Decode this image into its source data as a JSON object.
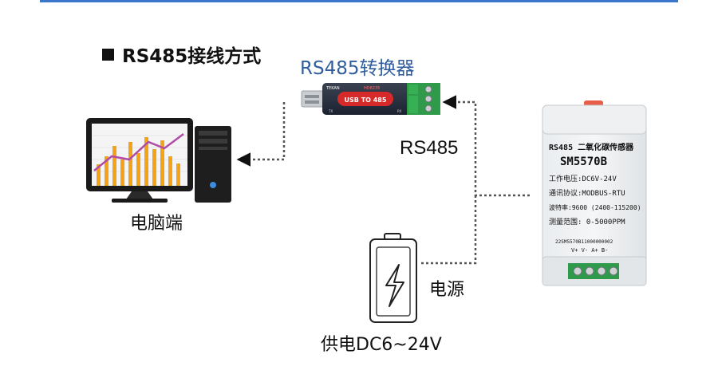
{
  "header": {
    "section_title": "RS485接线方式",
    "converter_title": "RS485转换器"
  },
  "labels": {
    "computer": "电脑端",
    "bus": "RS485",
    "power": "电源",
    "supply": "供电DC6~24V"
  },
  "converter": {
    "brand_left": "TEKAN",
    "brand_right": "HD8235",
    "badge": "USB TO 485",
    "bottom_left": "TX",
    "bottom_right": "RX"
  },
  "sensor": {
    "title": "RS485 二氧化碳传感器",
    "model": "SM5570B",
    "voltage": "工作电压:DC6V-24V",
    "protocol": "通讯协议:MODBUS-RTU",
    "baud": "波特率:9600 (2400-115200)",
    "range": "测量范围: 0-5000PPM",
    "serial": "22SM5570B11000000002",
    "terminals": "V+  V-  A+  B-"
  },
  "colors": {
    "accent_blue": "#3a76c9",
    "converter_title": "#2f5d9e",
    "converter_red": "#d62a2a",
    "terminal_green": "#2e9a4a",
    "dotted_line": "#555555"
  }
}
